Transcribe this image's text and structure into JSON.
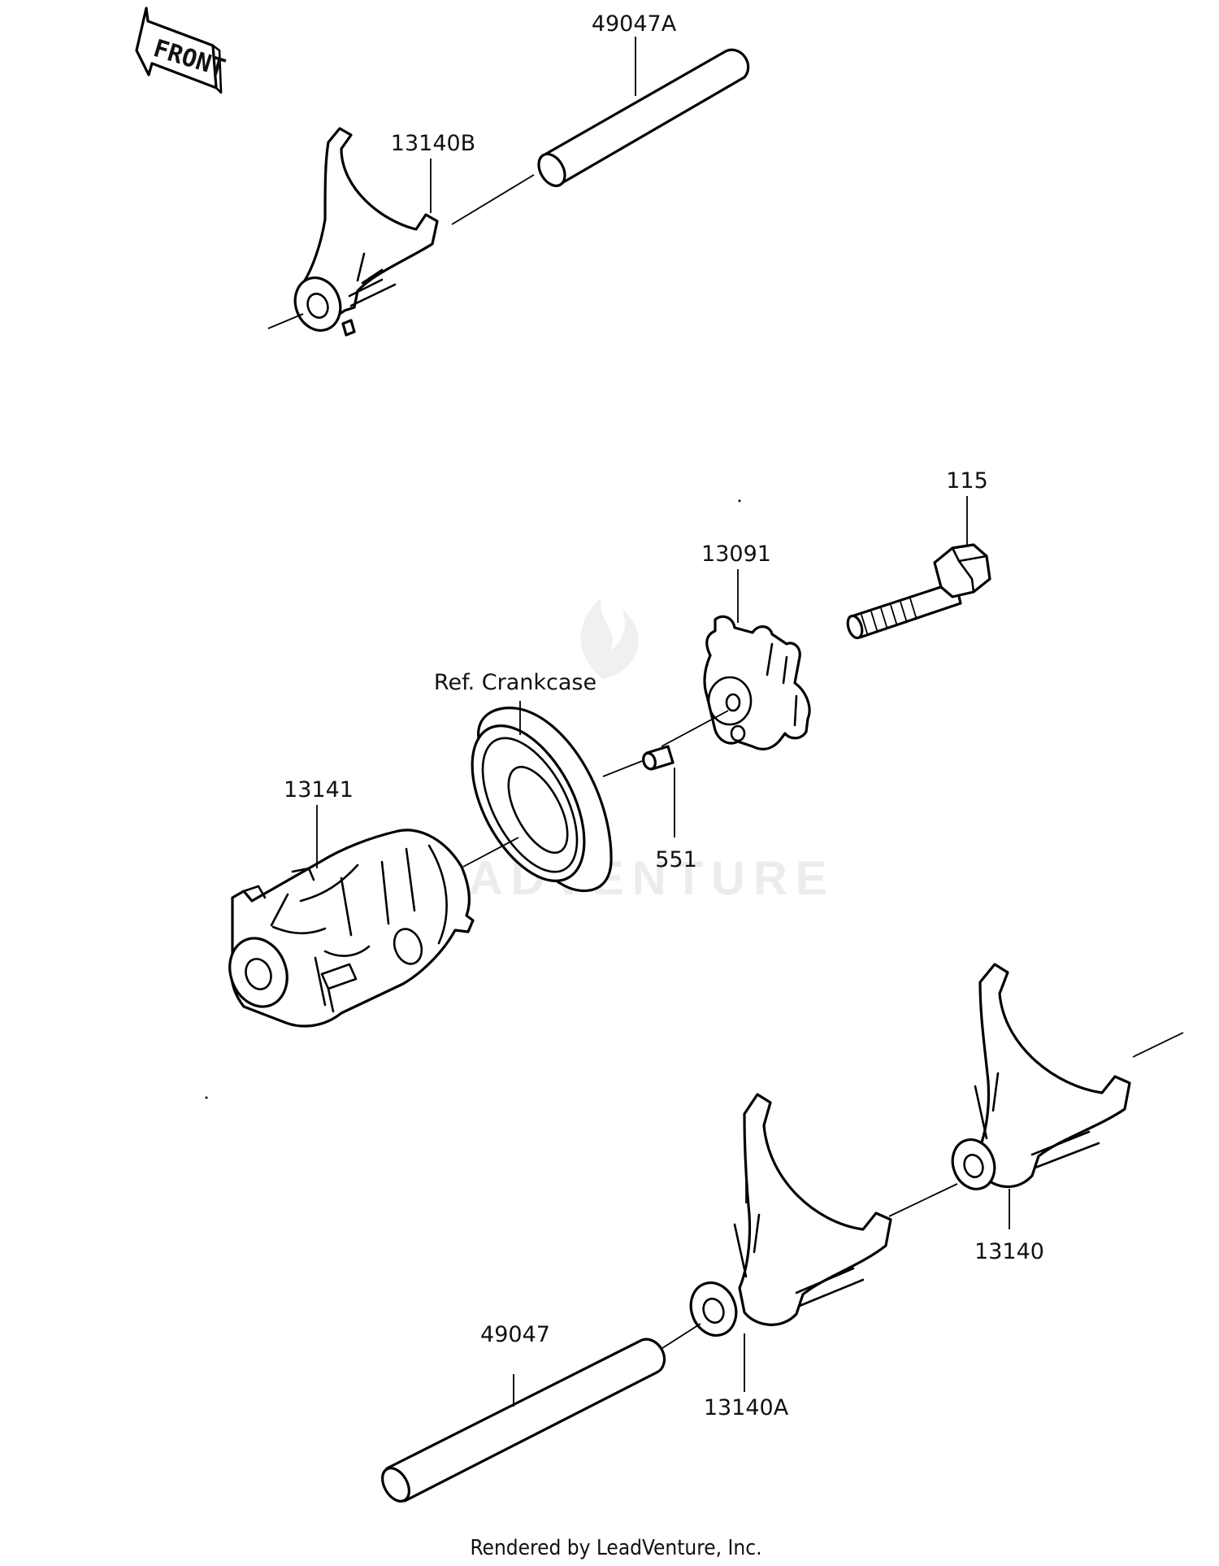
{
  "diagram": {
    "front_label": "FRONT",
    "parts": {
      "p49047A": "49047A",
      "p13140B": "13140B",
      "p115": "115",
      "p13091": "13091",
      "ref_crankcase": "Ref. Crankcase",
      "p13141": "13141",
      "p551": "551",
      "p13140": "13140",
      "p49047": "49047",
      "p13140A": "13140A"
    },
    "watermark": "LEADVENTURE",
    "footer": "Rendered by LeadVenture, Inc."
  },
  "colors": {
    "line": "#000000",
    "background": "#ffffff",
    "watermark": "#ececec"
  }
}
